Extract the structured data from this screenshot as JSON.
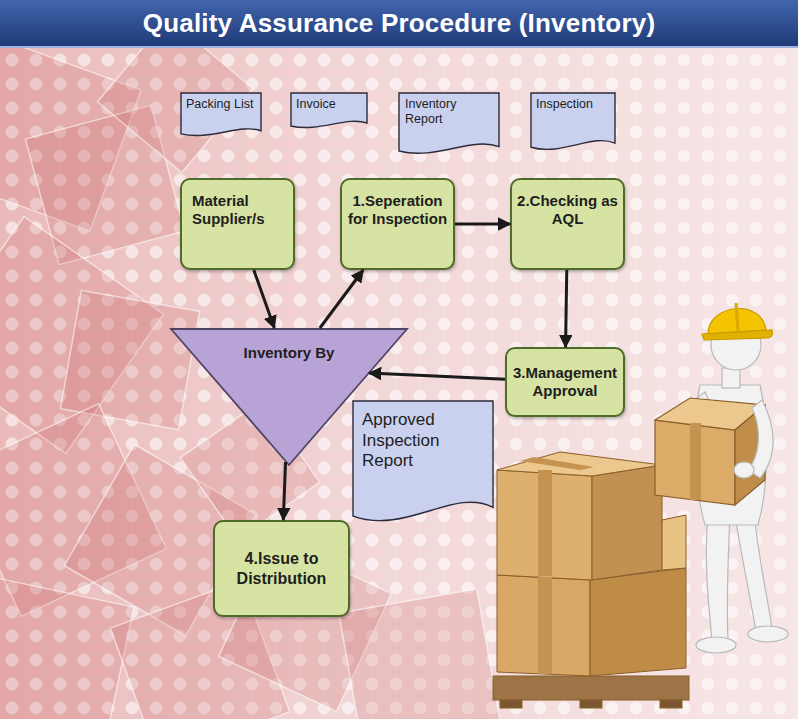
{
  "diagram": {
    "title": "Quality Assurance Procedure (Inventory)",
    "nodes": [
      {
        "text": [
          "Packing List"
        ]
      },
      {
        "text": [
          "Invoice"
        ]
      },
      {
        "text": [
          "Inventory Report"
        ]
      },
      {
        "text": [
          "Inspection"
        ]
      },
      {
        "text": [
          "Material Supplier/s"
        ]
      },
      {
        "text": [
          "1.Seperation for Inspection"
        ]
      },
      {
        "text": [
          "2.Checking as AQL"
        ]
      },
      {
        "text": [
          "Inventory By"
        ]
      },
      {
        "text": [
          "3.Management Approval"
        ]
      },
      {
        "text": [
          "Approved Inspection Report"
        ]
      },
      {
        "text": [
          "4.Issue to Distribution"
        ]
      }
    ],
    "edges": [
      {
        "from": 4,
        "to": 7,
        "arrow": "to"
      },
      {
        "from": 7,
        "to": 5,
        "arrow": "to"
      },
      {
        "from": 5,
        "to": 6,
        "arrow": "to"
      },
      {
        "from": 6,
        "to": 8,
        "arrow": "to"
      },
      {
        "from": 8,
        "to": 7,
        "arrow": "to"
      },
      {
        "from": 7,
        "to": 10,
        "arrow": "to"
      }
    ]
  }
}
